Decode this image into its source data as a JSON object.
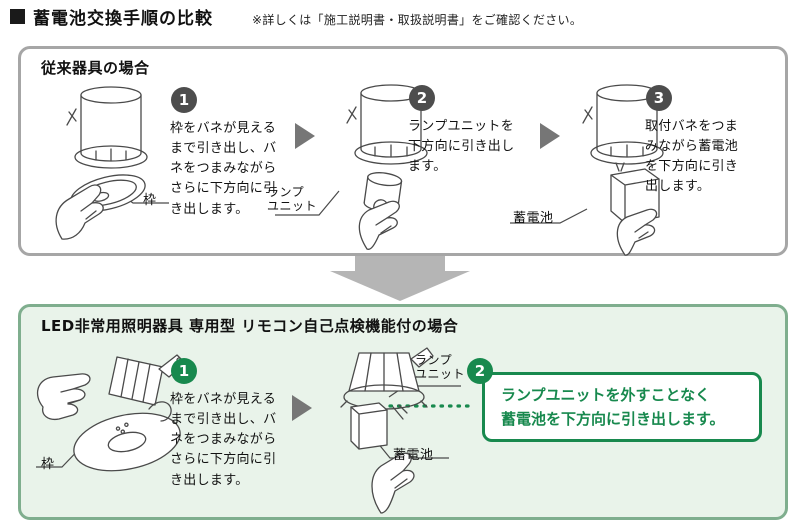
{
  "page": {
    "title": "蓄電池交換手順の比較",
    "note": "※詳しくは「施工説明書・取扱説明書」をご確認ください。"
  },
  "colors": {
    "green_accent": "#18894e",
    "green_panel_border": "#7fae8e",
    "green_panel_bg": "#e9f3ea",
    "gray_panel_border": "#a6a6a6",
    "gray_badge": "#4d4d4d",
    "step_arrow_gray": "#767676",
    "flow_arrow_gray": "#b5b5b5"
  },
  "conventional": {
    "header": "従来器具の場合",
    "steps": [
      {
        "num": "1",
        "text": "枠をバネが見えるまで引き出し、バネをつまみながらさらに下方向に引き出します。"
      },
      {
        "num": "2",
        "text": "ランプユニットを下方向に引き出します。"
      },
      {
        "num": "3",
        "text": "取付バネをつまみながら蓄電池を下方向に引き出します。"
      }
    ],
    "labels": {
      "frame": "枠",
      "lamp_unit_lines": [
        "ランプ",
        "ユニット"
      ],
      "battery": "蓄電池"
    }
  },
  "led": {
    "header": "LED非常用照明器具 専用型 リモコン自己点検機能付の場合",
    "steps": [
      {
        "num": "1",
        "text": "枠をバネが見えるまで引き出し、バネをつまみながらさらに下方向に引き出します。"
      },
      {
        "num": "2"
      }
    ],
    "labels": {
      "frame": "枠",
      "lamp_unit_lines": [
        "ランプ",
        "ユニット"
      ],
      "battery": "蓄電池"
    },
    "callout_lines": [
      "ランプユニットを外すことなく",
      "蓄電池を下方向に引き出します。"
    ]
  }
}
